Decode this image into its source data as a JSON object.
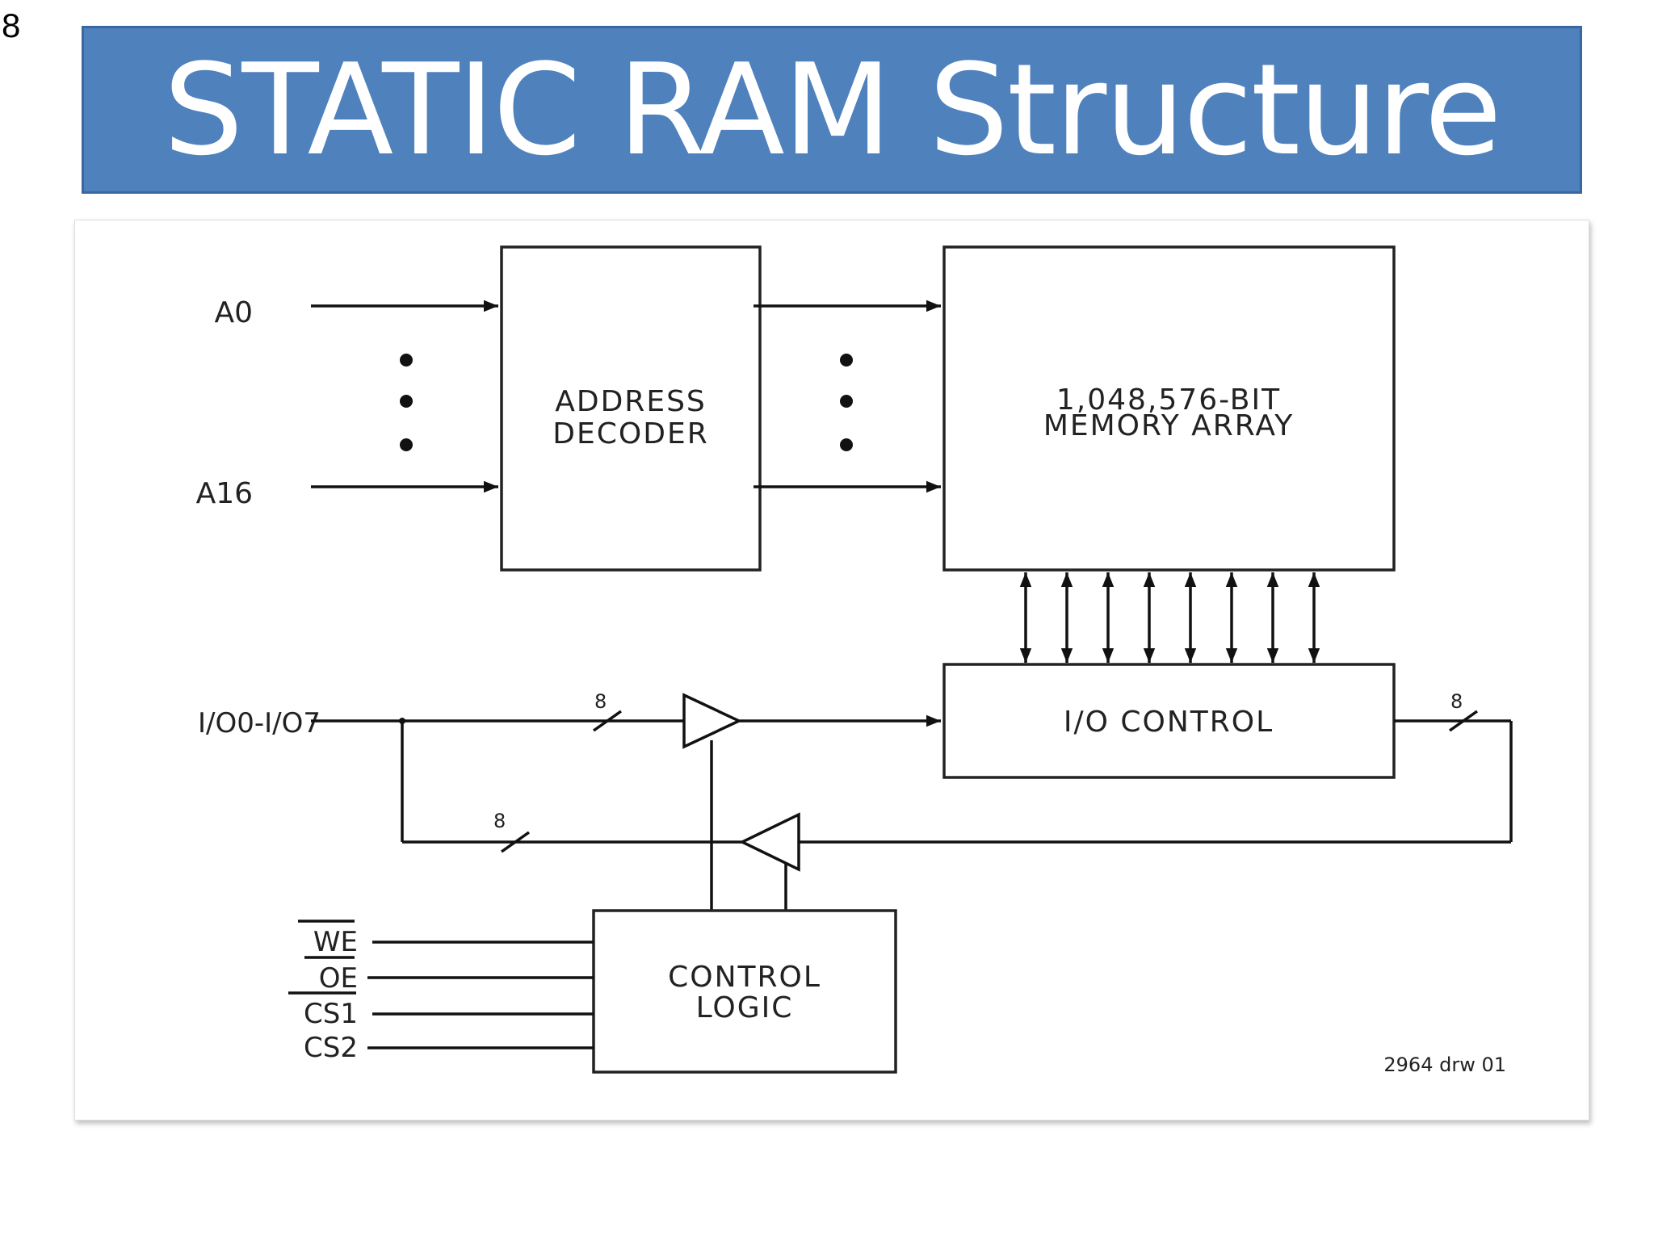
{
  "slide": {
    "number": "8"
  },
  "title": "STATIC RAM Structure",
  "diagram": {
    "blocks": {
      "address_decoder": [
        "ADDRESS",
        "DECODER"
      ],
      "memory_array": [
        "1,048,576-BIT",
        "MEMORY ARRAY"
      ],
      "io_control": "I/O CONTROL",
      "control_logic": [
        "CONTROL",
        "LOGIC"
      ]
    },
    "address_inputs": {
      "first": "A0",
      "last": "A16"
    },
    "io_pins": "I/O0-I/O7",
    "bus_width": "8",
    "control_inputs": [
      "WE",
      "OE",
      "CS1",
      "CS2"
    ],
    "drawing_ref": "2964 drw 01"
  }
}
